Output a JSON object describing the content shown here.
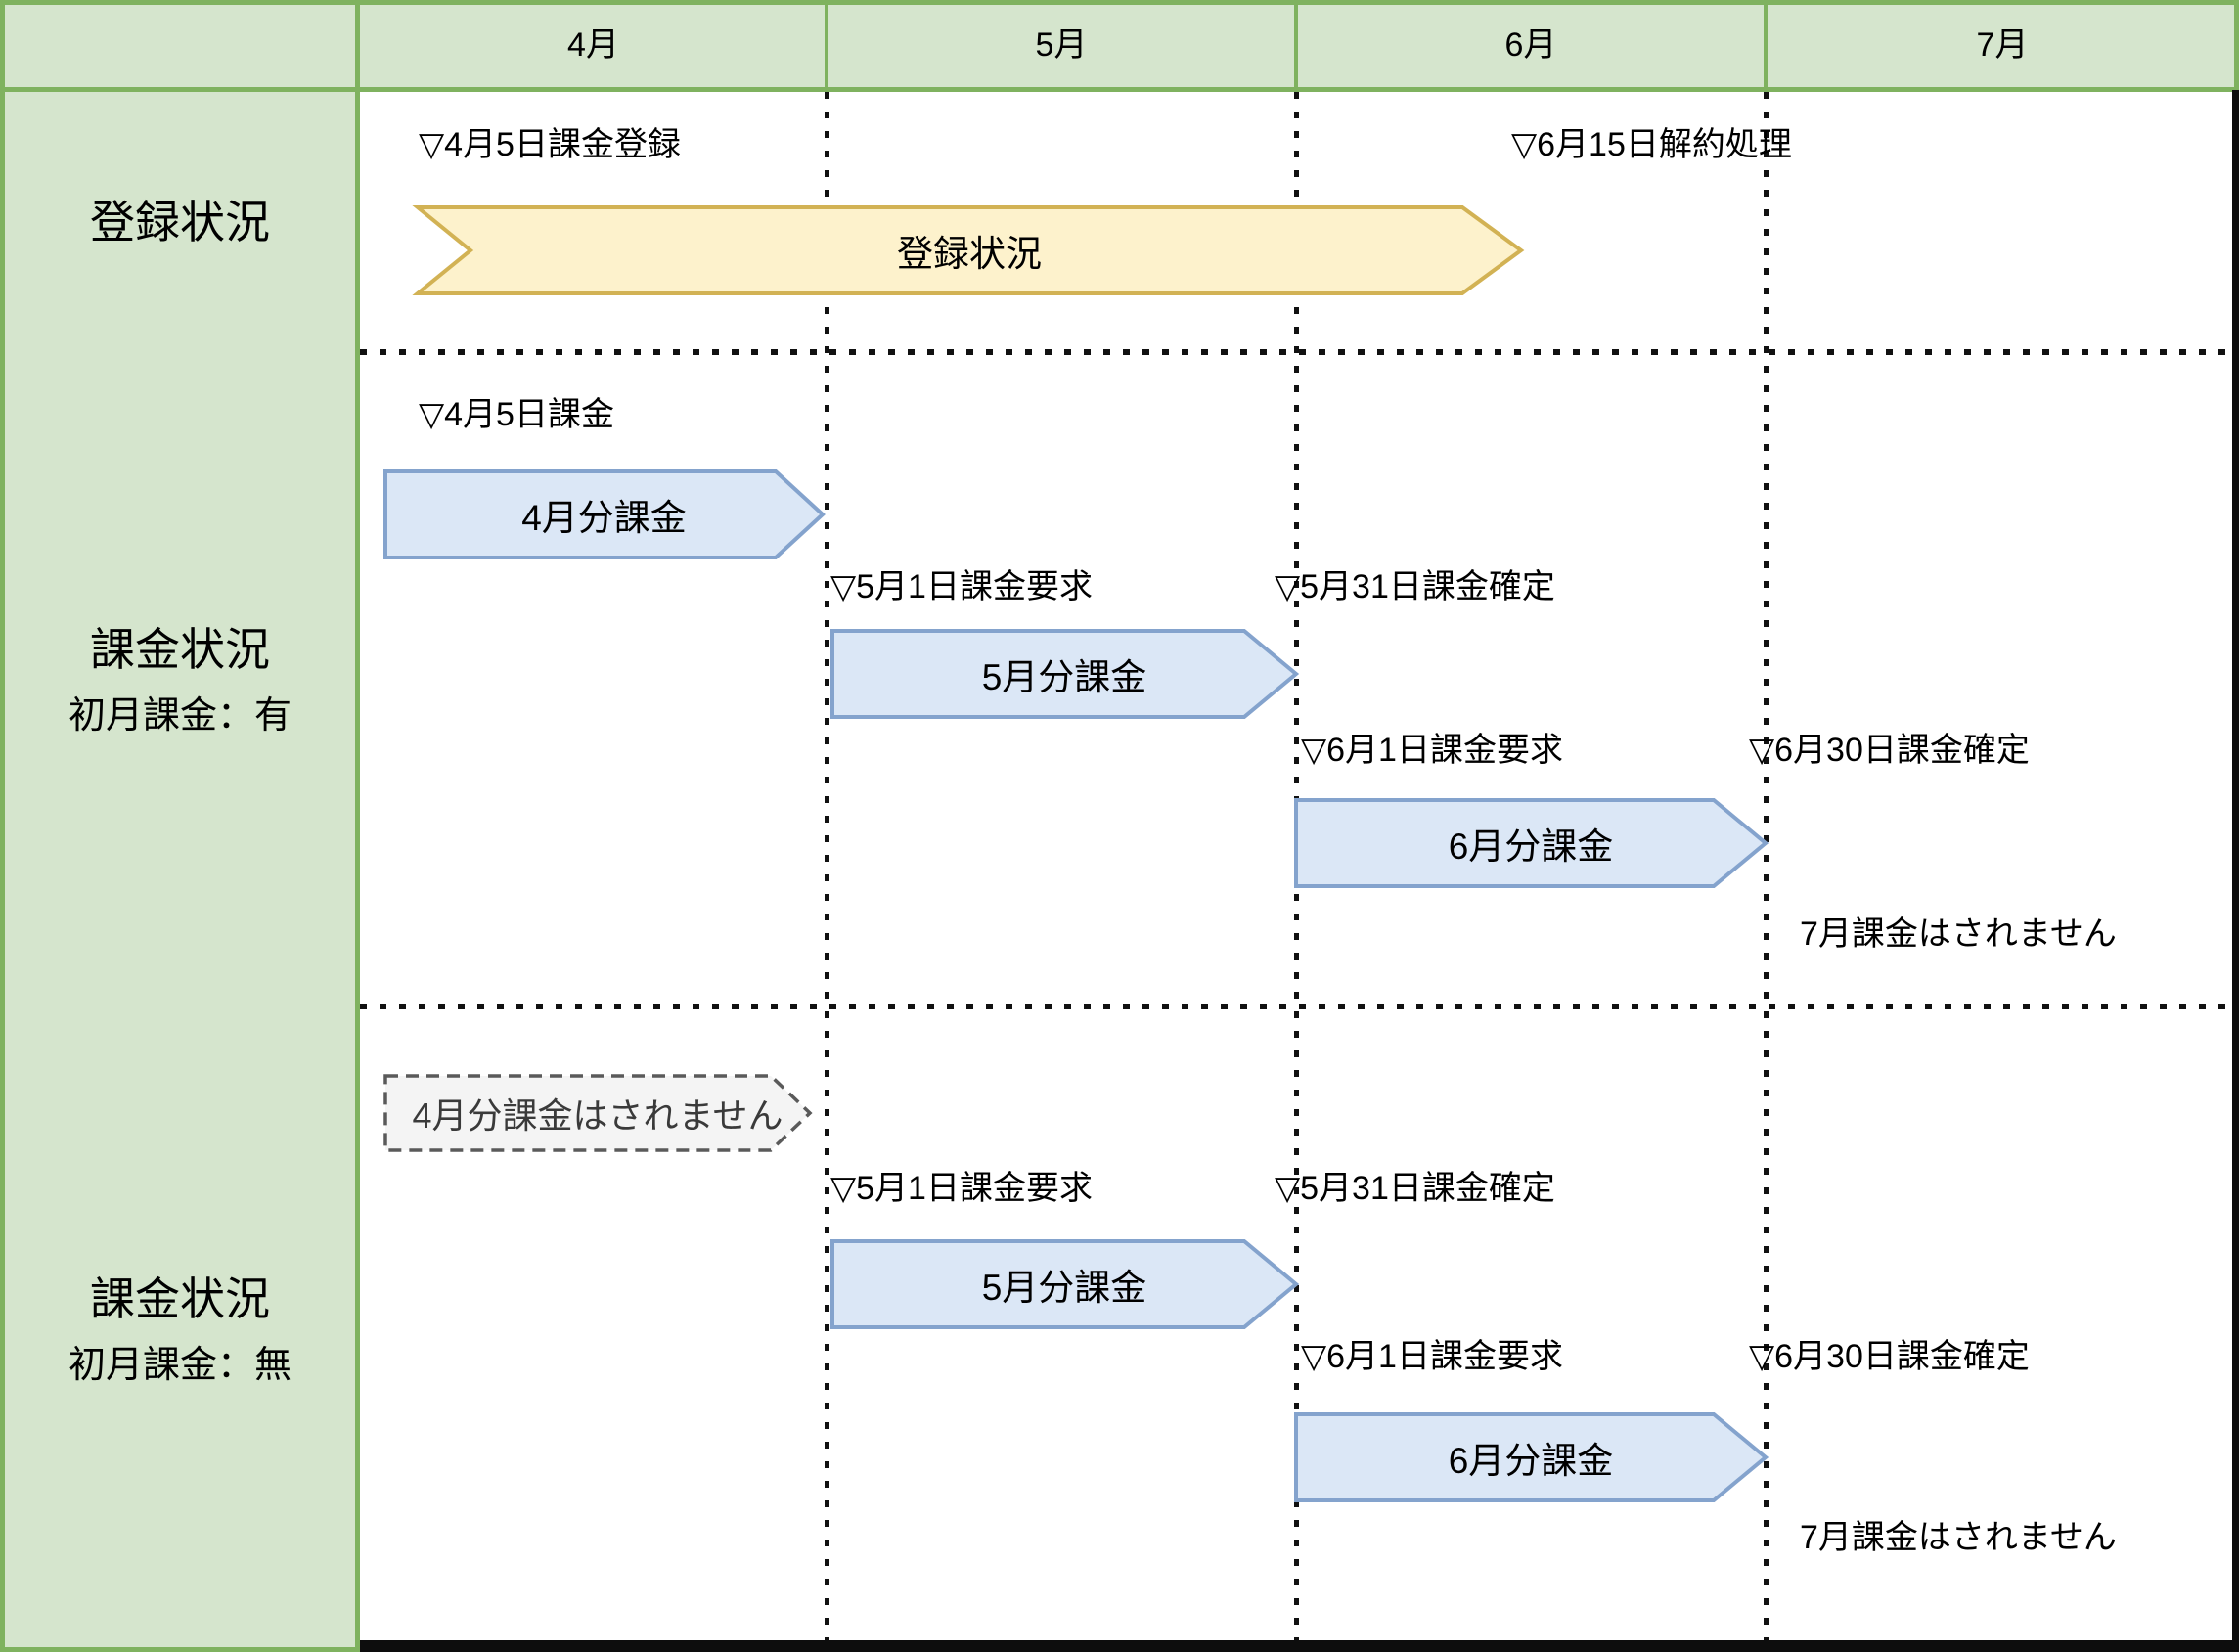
{
  "header": {
    "months": [
      "4月",
      "5月",
      "6月",
      "7月"
    ]
  },
  "row_labels": [
    {
      "title": "登録状況",
      "subtitle": ""
    },
    {
      "title": "課金状況",
      "subtitle": "初月課金：有"
    },
    {
      "title": "課金状況",
      "subtitle": "初月課金：無"
    }
  ],
  "registration_row": {
    "milestones": [
      "▽4月5日課金登録",
      "▽6月15日解約処理"
    ],
    "bar_label": "登録状況"
  },
  "billing_with_first_month": {
    "milestones": [
      "▽4月5日課金",
      "▽5月1日課金要求",
      "▽5月31日課金確定",
      "▽6月1日課金要求",
      "▽6月30日課金確定"
    ],
    "bars": [
      "4月分課金",
      "5月分課金",
      "6月分課金"
    ],
    "note": "7月課金はされません"
  },
  "billing_without_first_month": {
    "milestones": [
      "▽5月1日課金要求",
      "▽5月31日課金確定",
      "▽6月1日課金要求",
      "▽6月30日課金確定"
    ],
    "no_charge_label": "4月分課金はされません",
    "bars": [
      "5月分課金",
      "6月分課金"
    ],
    "note": "7月課金はされません"
  },
  "colors": {
    "header_fill": "#d5e5cd",
    "grid_green": "#7fb25f",
    "registration_bar_fill": "#fdf2cc",
    "registration_bar_border": "#d2b254",
    "billing_bar_fill": "#dbe7f6",
    "billing_bar_border": "#84a3cd",
    "no_charge_fill": "#f4f4f4",
    "no_charge_border": "#5a5a5a",
    "dotted_line": "#111111"
  }
}
